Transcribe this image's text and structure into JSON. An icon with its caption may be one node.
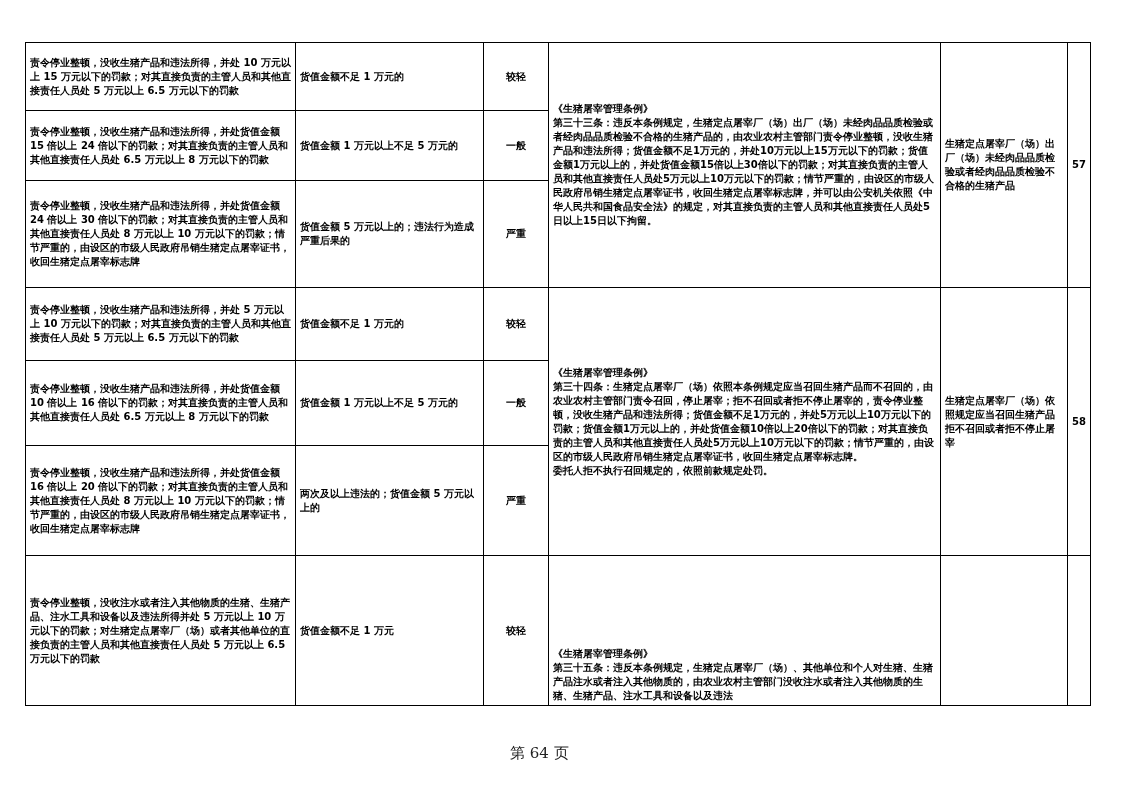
{
  "diagram": {
    "caption": "第 64 页",
    "labels": [
      "57",
      "生猪定点屠宰厂（场）出厂（场）未经肉品品质检验或者经肉品品质检验不合格的生猪产品",
      "《生猪屠宰管理条例》",
      "第三十三条：违反本条例规定，生猪定点屠宰厂（场）出厂（场）未经肉品品质检验或者经肉品品质检验不合格的生猪产品的，由农业农村主管部门责令停业整顿，没收生猪产品和违法所得；货值金额不足1万元的，并处10万元以上15万元以下的罚款；货值金额1万元以上的，并处货值金额15倍以上30倍以下的罚款；对其直接负责的主管人员和其他直接责任人员处5万元以上10万元以下的罚款；情节严重的，由设区的市级人民政府吊销生猪定点屠宰证书，收回生猪定点屠宰标志牌，并可以由公安机关依照《中华人民共和国食品安全法》的规定，对其直接负责的主管人员和其他直接责任人员处5日以上15日以下拘留。",
      "较轻",
      "货值金额不足 1 万元的",
      "责令停业整顿，没收生猪产品和违法所得，并处 10 万元以上 15 万元以下的罚款；对其直接负责的主管人员和其他直接责任人员处 5 万元以上 6.5 万元以下的罚款",
      "一般",
      "货值金额 1 万元以上不足 5 万元的",
      "责令停业整顿，没收生猪产品和违法所得，并处货值金额 15 倍以上 24 倍以下的罚款；对其直接负责的主管人员和其他直接责任人员处 6.5 万元以上 8 万元以下的罚款",
      "严重",
      "货值金额 5 万元以上的；违法行为造成严重后果的",
      "责令停业整顿，没收生猪产品和违法所得，并处货值金额 24 倍以上 30 倍以下的罚款；对其直接负责的主管人员和其他直接责任人员处 8 万元以上 10 万元以下的罚款；情节严重的，由设区的市级人民政府吊销生猪定点屠宰证书，收回生猪定点屠宰标志牌",
      "58",
      "生猪定点屠宰厂（场）依照规定应当召回生猪产品拒不召回或者拒不停止屠宰",
      "《生猪屠宰管理条例》",
      "第三十四条：生猪定点屠宰厂（场）依照本条例规定应当召回生猪产品而不召回的，由农业农村主管部门责令召回，停止屠宰；拒不召回或者拒不停止屠宰的，责令停业整顿，没收生猪产品和违法所得；货值金额不足1万元的，并处5万元以上10万元以下的罚款；货值金额1万元以上的，并处货值金额10倍以上20倍以下的罚款；对其直接负责的主管人员和其他直接责任人员处5万元以上10万元以下的罚款；情节严重的，由设区的市级人民政府吊销生猪定点屠宰证书，收回生猪定点屠宰标志牌。",
      "委托人拒不执行召回规定的，依照前款规定处罚。",
      "较轻",
      "货值金额不足 1 万元的",
      "责令停业整顿，没收生猪产品和违法所得，并处 5 万元以上 10 万元以下的罚款；对其直接负责的主管人员和其他直接责任人员处 5 万元以上 6.5 万元以下的罚款",
      "一般",
      "货值金额 1 万元以上不足 5 万元的",
      "责令停业整顿，没收生猪产品和违法所得，并处货值金额 10 倍以上 16 倍以下的罚款；对其直接负责的主管人员和其他直接责任人员处 6.5 万元以上 8 万元以下的罚款",
      "严重",
      "两次及以上违法的；货值金额 5 万元以上的",
      "责令停业整顿，没收生猪产品和违法所得，并处货值金额 16 倍以上 20 倍以下的罚款；对其直接负责的主管人员和其他直接责任人员处 8 万元以上 10 万元以下的罚款；情节严重的，由设区的市级人民政府吊销生猪定点屠宰证书，收回生猪定点屠宰标志牌",
      "《生猪屠宰管理条例》",
      "第三十五条：违反本条例规定，生猪定点屠宰厂（场）、其他单位和个人对生猪、生猪产品注水或者注入其他物质的，由农业农村主管部门没收注水或者注入其他物质的生猪、生猪产品、注水工具和设备以及违法",
      "较轻",
      "货值金额不足 1 万元",
      "责令停业整顿，没收注水或者注入其他物质的生猪、生猪产品、注水工具和设备以及违法所得并处 5 万元以上 10 万元以下的罚款；对生猪定点屠宰厂（场）或者其他单位的直接负责的主管人员和其他直接责任人员处 5 万元以上 6.5 万元以下的罚款"
    ]
  }
}
